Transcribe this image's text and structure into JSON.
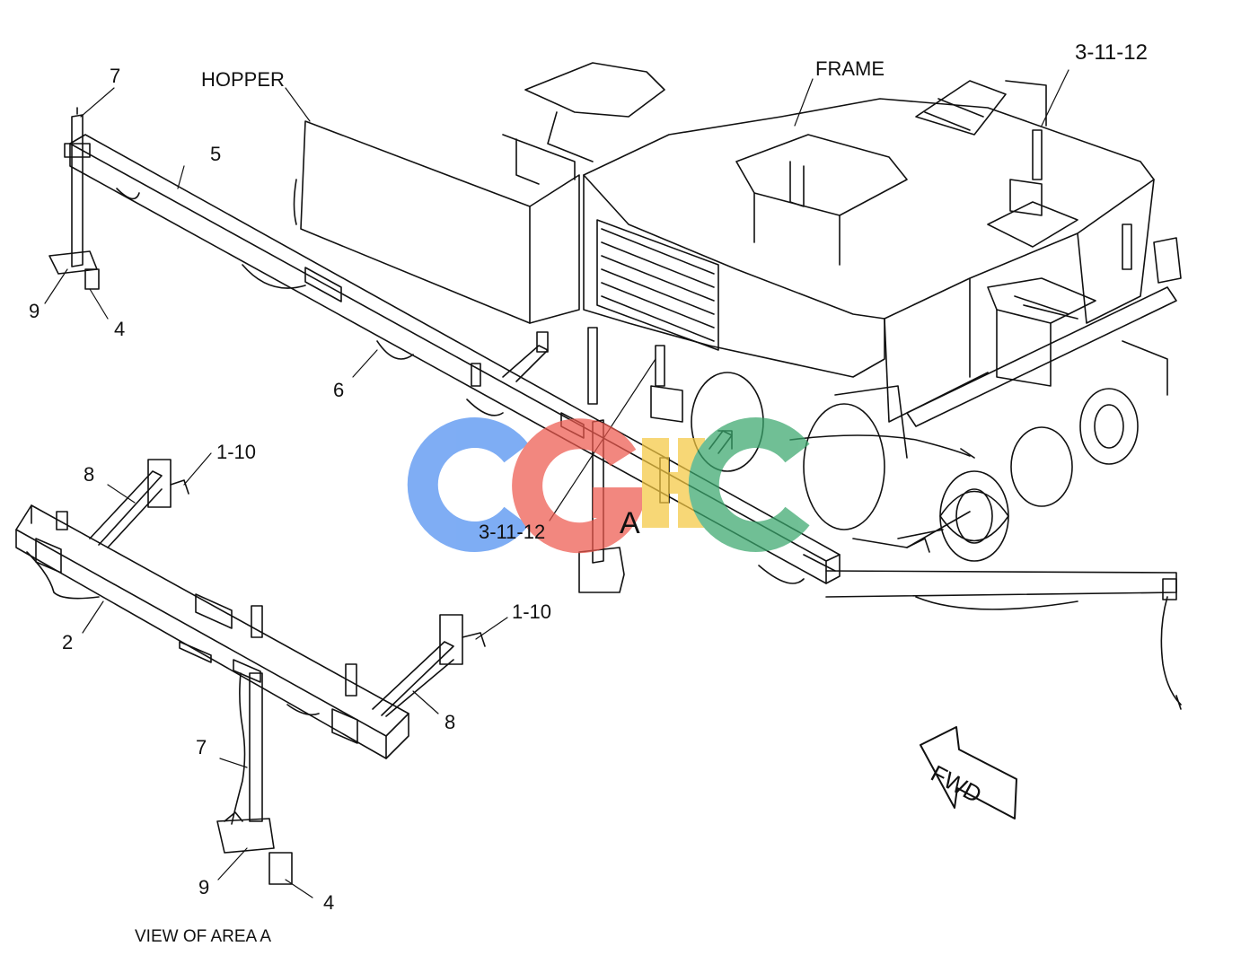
{
  "labels": {
    "hopper": "HOPPER",
    "frame": "FRAME",
    "ref_top": "3-11-12",
    "ref_center": "3-11-12",
    "area": "A",
    "view_caption": "VIEW OF AREA A",
    "fwd": "FWD",
    "callouts": {
      "c7_top": "7",
      "c5": "5",
      "c9_top": "9",
      "c4_top": "4",
      "c6": "6",
      "c8_left": "8",
      "c1_10_left": "1-10",
      "c2": "2",
      "c1_10_right": "1-10",
      "c8_right": "8",
      "c7_bottom": "7",
      "c9_bottom": "9",
      "c4_bottom": "4"
    }
  },
  "watermark": {
    "letters": [
      "C",
      "G",
      "H",
      "C"
    ],
    "colors": [
      "#4d8ef0",
      "#ee5a4f",
      "#f5c842",
      "#3aa76d"
    ]
  }
}
